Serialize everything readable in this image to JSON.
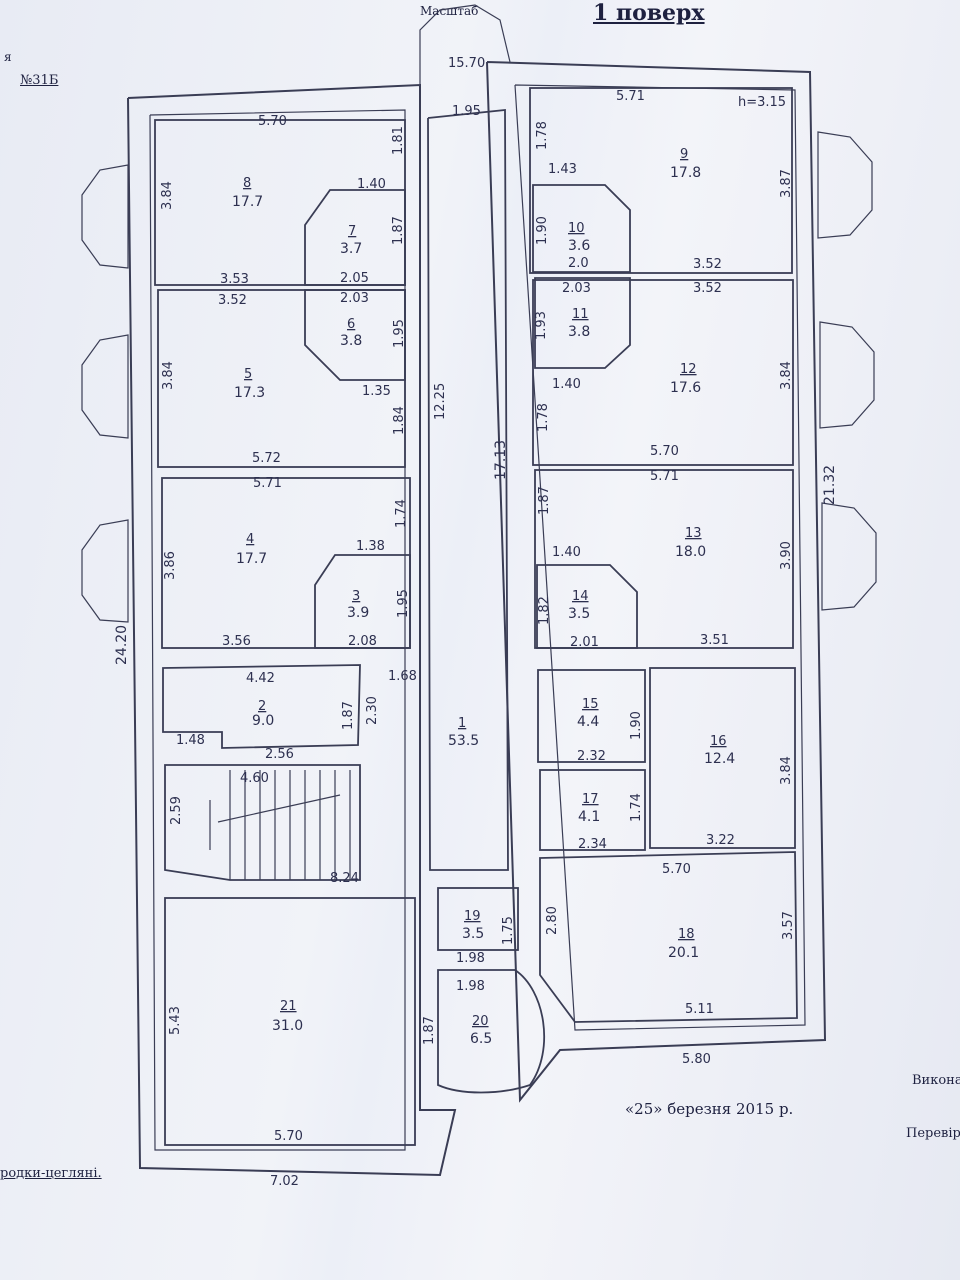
{
  "header": {
    "floor_title": "1 поверх",
    "scale_label": "Масштаб",
    "ref_prefix": "я",
    "ref_number": "№31Б"
  },
  "footer": {
    "date": "«25»    березня 2015  р.",
    "executor": "Викона",
    "checker": "Перевір",
    "material_note": "родки-цегляні."
  },
  "ceiling_height": "h=3.15",
  "rooms": [
    {
      "num": "1",
      "area": "53.5"
    },
    {
      "num": "2",
      "area": "9.0"
    },
    {
      "num": "3",
      "area": "3.9"
    },
    {
      "num": "4",
      "area": "17.7"
    },
    {
      "num": "5",
      "area": "17.3"
    },
    {
      "num": "6",
      "area": "3.8"
    },
    {
      "num": "7",
      "area": "3.7"
    },
    {
      "num": "8",
      "area": "17.7"
    },
    {
      "num": "9",
      "area": "17.8"
    },
    {
      "num": "10",
      "area": "3.6"
    },
    {
      "num": "11",
      "area": "3.8"
    },
    {
      "num": "12",
      "area": "17.6"
    },
    {
      "num": "13",
      "area": "18.0"
    },
    {
      "num": "14",
      "area": "3.5"
    },
    {
      "num": "15",
      "area": "4.4"
    },
    {
      "num": "16",
      "area": "12.4"
    },
    {
      "num": "17",
      "area": "4.1"
    },
    {
      "num": "18",
      "area": "20.1"
    },
    {
      "num": "19",
      "area": "3.5"
    },
    {
      "num": "20",
      "area": "6.5"
    },
    {
      "num": "21",
      "area": "31.0"
    }
  ],
  "dimensions": [
    "15.70",
    "1.95",
    "5.70",
    "1.81",
    "3.84",
    "1.40",
    "1.87",
    "3.53",
    "2.05",
    "3.52",
    "2.03",
    "1.95",
    "3.84",
    "1.35",
    "1.84",
    "12.25",
    "5.72",
    "5.71",
    "1.74",
    "3.86",
    "1.38",
    "1.95",
    "3.56",
    "2.08",
    "24.20",
    "4.42",
    "1.68",
    "1.87",
    "2.30",
    "1.48",
    "2.56",
    "4.60",
    "2.59",
    "8.24",
    "5.71",
    "1.78",
    "1.43",
    "3.87",
    "1.90",
    "2.0",
    "3.52",
    "2.03",
    "3.52",
    "1.93",
    "3.84",
    "1.40",
    "1.78",
    "17.13",
    "5.70",
    "5.71",
    "1.87",
    "21.32",
    "1.40",
    "3.90",
    "1.82",
    "2.01",
    "3.51",
    "1.90",
    "2.32",
    "3.84",
    "1.74",
    "2.34",
    "3.22",
    "1.75",
    "1.98",
    "1.98",
    "1.87",
    "5.43",
    "5.70",
    "7.02",
    "5.70",
    "2.80",
    "3.57",
    "5.11",
    "5.80"
  ]
}
